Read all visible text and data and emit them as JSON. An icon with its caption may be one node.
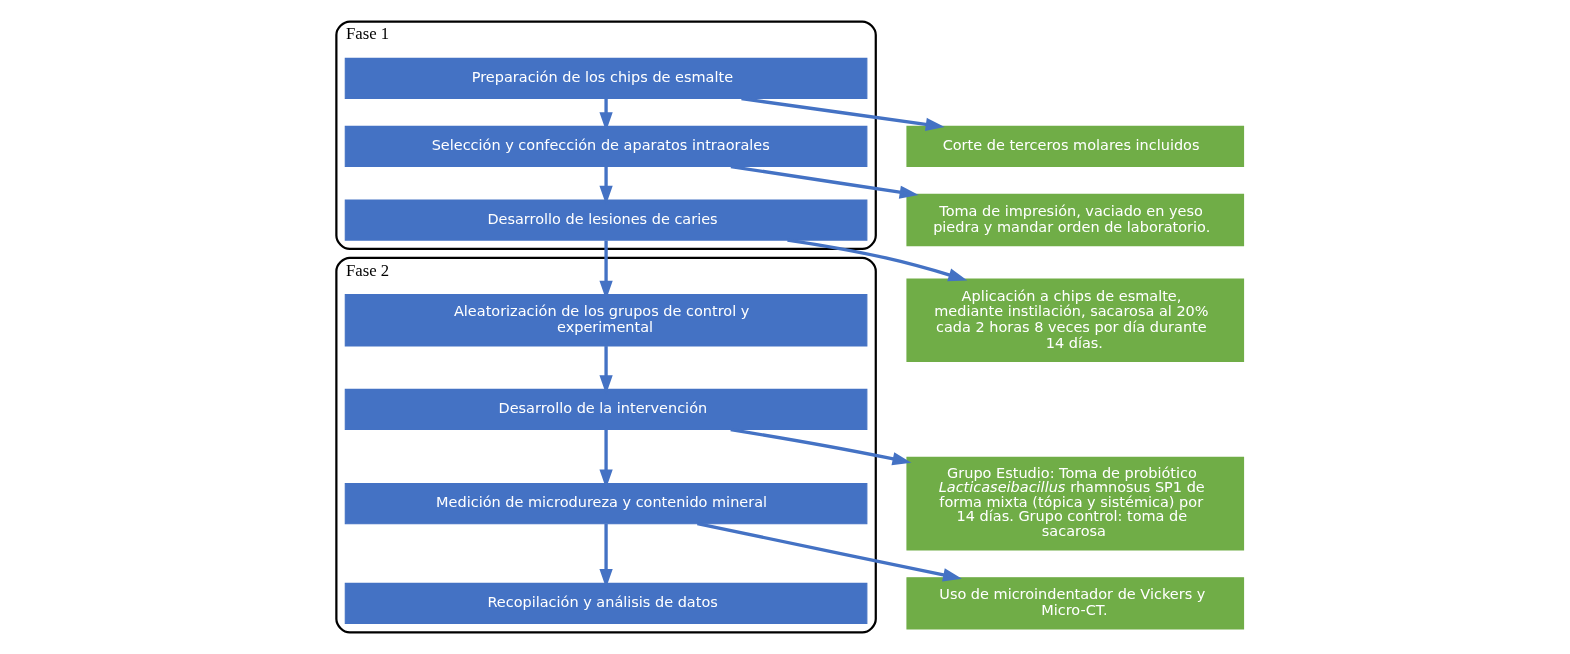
{
  "diagram": {
    "nodes": [
      {
        "text": [
          "Fase 1"
        ]
      },
      {
        "text": [
          "Preparación de los chips de esmalte"
        ],
        "in": 0
      },
      {
        "text": [
          "Selección y confección de aparatos intraorales"
        ],
        "in": 0
      },
      {
        "text": [
          "Desarrollo de lesiones de caries"
        ],
        "in": 0
      },
      {
        "text": [
          "Fase 2"
        ]
      },
      {
        "text": [
          "Aleatorización de los grupos de control y experimental"
        ],
        "in": 4
      },
      {
        "text": [
          "Desarrollo de la intervención"
        ],
        "in": 4
      },
      {
        "text": [
          "Medición de microdureza y contenido mineral"
        ],
        "in": 4
      },
      {
        "text": [
          "Recopilación y análisis de datos"
        ],
        "in": 4
      },
      {
        "text": [
          "Corte de terceros molares incluidos"
        ]
      },
      {
        "text": [
          "Toma de impresión, vaciado en yeso piedra y mandar orden de laboratorio."
        ]
      },
      {
        "text": [
          "Aplicación a chips de esmalte, mediante instilación, sacarosa al 20% cada 2 horas 8 veces por día durante 14 días."
        ]
      },
      {
        "text": [
          "Grupo Estudio: Toma de probiótico *Lacticaseibacillus* rhamnosus SP1 de forma mixta (tópica y sistémica) por 14 días. Grupo control: toma de sacarosa"
        ]
      },
      {
        "text": [
          "Uso de microindentador de Vickers y Micro-CT."
        ]
      }
    ],
    "edges": [
      {
        "from": 1,
        "to": 2,
        "arrow": "to"
      },
      {
        "from": 2,
        "to": 3,
        "arrow": "to"
      },
      {
        "from": 3,
        "to": 5,
        "arrow": "to"
      },
      {
        "from": 5,
        "to": 6,
        "arrow": "to"
      },
      {
        "from": 6,
        "to": 7,
        "arrow": "to"
      },
      {
        "from": 7,
        "to": 8,
        "arrow": "to"
      },
      {
        "from": 1,
        "to": 9,
        "arrow": "to"
      },
      {
        "from": 2,
        "to": 10,
        "arrow": "to"
      },
      {
        "from": 3,
        "to": 11,
        "arrow": "to"
      },
      {
        "from": 6,
        "to": 12,
        "arrow": "to"
      },
      {
        "from": 7,
        "to": 13,
        "arrow": "to"
      }
    ]
  }
}
